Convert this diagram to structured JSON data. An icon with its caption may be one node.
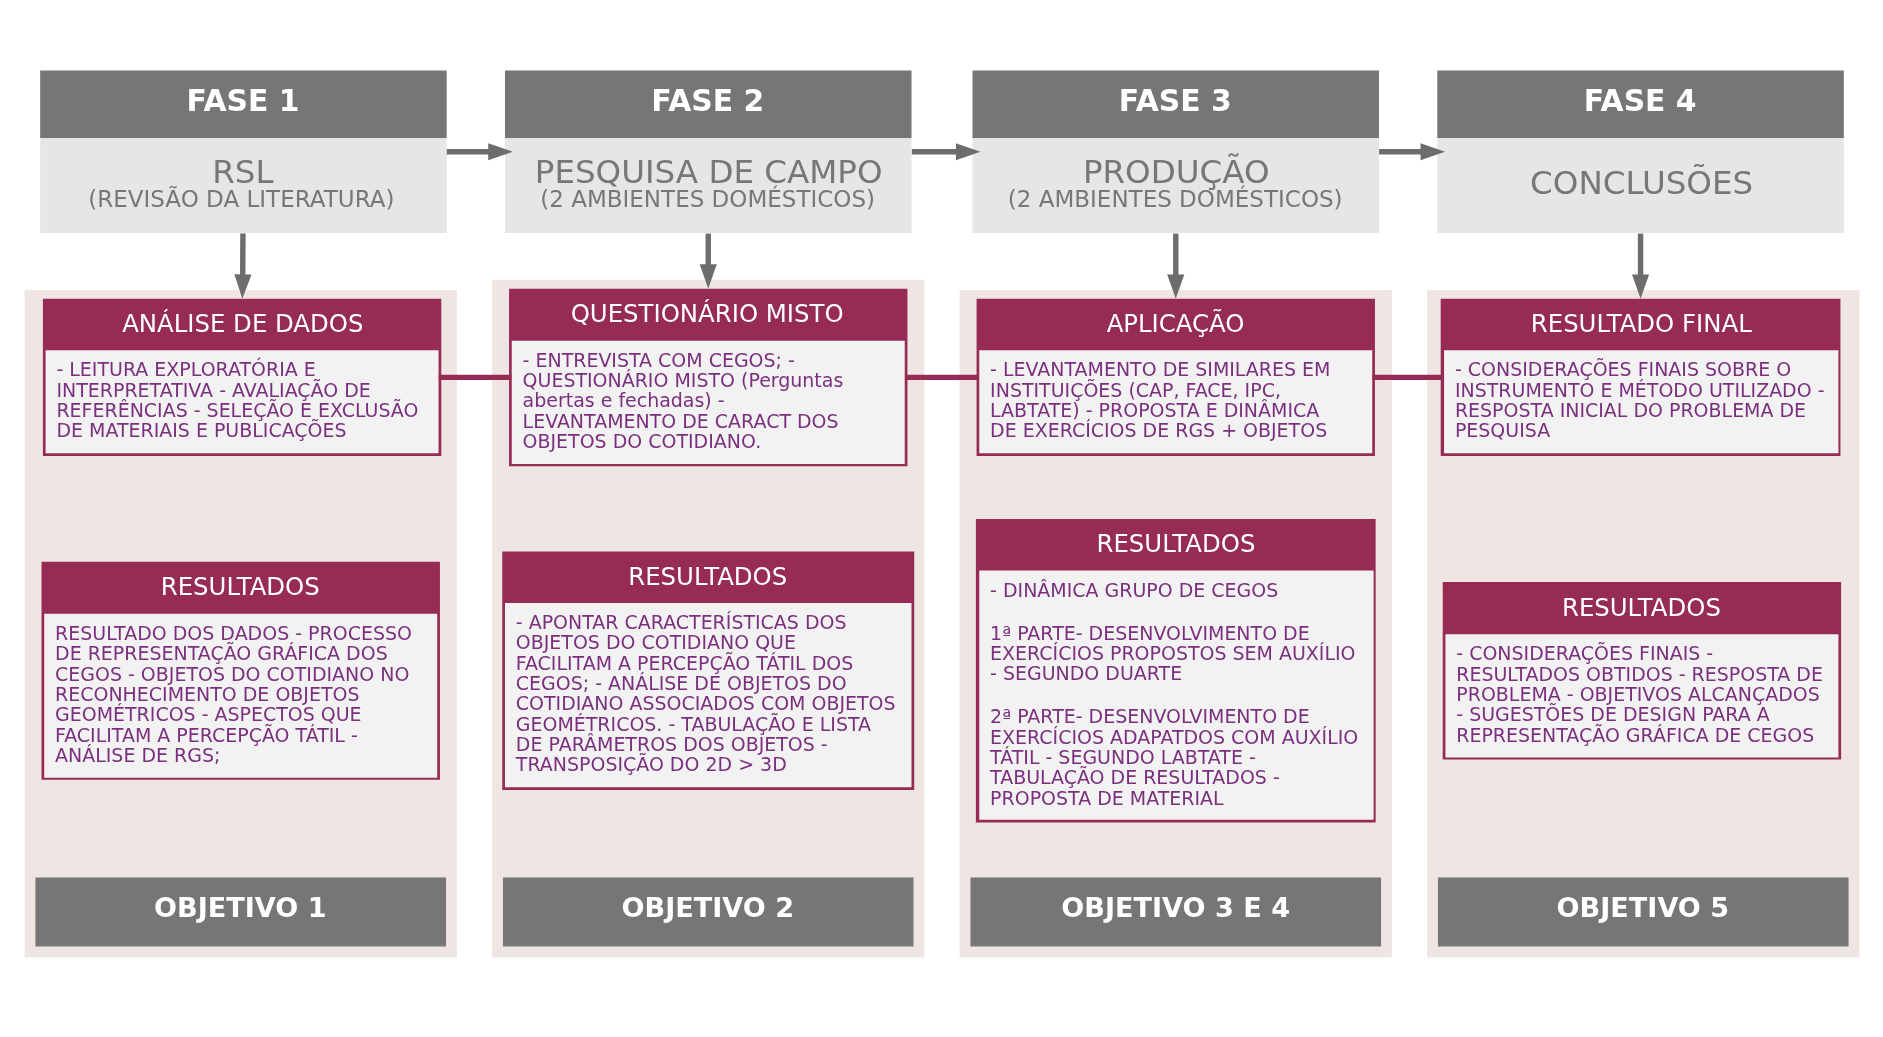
{
  "diagram": {
    "nodes": [
      {
        "text": [
          "FASE 1",
          "RSL",
          "(REVISÃO DA LITERATURA)"
        ]
      },
      {
        "text": [],
        "shape": "box"
      },
      {
        "text": [
          "ANÁLISE DE DADOS",
          "- LEITURA EXPLORATÓRIA E INTERPRETATIVA - AVALIAÇÃO DE REFERÊNCIAS - SELEÇÃO E EXCLUSÃO DE MATERIAIS E PUBLICAÇÕES"
        ],
        "in": 1
      },
      {
        "text": [
          "RESULTADOS",
          "RESULTADO DOS DADOS - PROCESSO DE REPRESENTAÇÃO GRÁFICA DOS CEGOS - OBJETOS DO COTIDIANO NO RECONHECIMENTO DE OBJETOS GEOMÉTRICOS - ASPECTOS QUE FACILITAM A PERCEPÇÃO TÁTIL - ANÁLISE DE RGS;"
        ],
        "in": 1
      },
      {
        "text": [
          "OBJETIVO 1"
        ],
        "in": 1
      },
      {
        "text": [
          "FASE 2",
          "PESQUISA DE CAMPO",
          "(2 AMBIENTES DOMÉSTICOS)"
        ]
      },
      {
        "text": [],
        "shape": "box"
      },
      {
        "text": [
          "QUESTIONÁRIO MISTO",
          "- ENTREVISTA COM CEGOS; - QUESTIONÁRIO MISTO (Perguntas abertas e fechadas) - LEVANTAMENTO DE CARACT DOS OBJETOS DO COTIDIANO."
        ],
        "in": 6
      },
      {
        "text": [
          "RESULTADOS",
          "- APONTAR CARACTERÍSTICAS DOS OBJETOS DO COTIDIANO QUE FACILITAM A PERCEPÇÃO TÁTIL DOS CEGOS; - ANÁLISE DE OBJETOS DO COTIDIANO ASSOCIADOS COM OBJETOS GEOMÉTRICOS. - TABULAÇÃO E LISTA DE PARÂMETROS DOS OBJETOS - TRANSPOSIÇÃO DO 2D > 3D"
        ],
        "in": 6
      },
      {
        "text": [
          "OBJETIVO 2"
        ],
        "in": 6
      },
      {
        "text": [
          "FASE 3",
          "PRODUÇÃO",
          "(2 AMBIENTES DOMÉSTICOS)"
        ]
      },
      {
        "text": [],
        "shape": "box"
      },
      {
        "text": [
          "APLICAÇÃO",
          "- LEVANTAMENTO DE SIMILARES EM INSTITUIÇÕES (CAP, FACE, IPC, LABTATE) - PROPOSTA E DINÂMICA DE EXERCÍCIOS DE RGS + OBJETOS"
        ],
        "in": 11
      },
      {
        "text": [
          "RESULTADOS",
          "- DINÂMICA GRUPO DE CEGOS",
          "1ª PARTE- DESENVOLVIMENTO DE EXERCÍCIOS PROPOSTOS SEM AUXÍLIO - SEGUNDO DUARTE",
          "2ª PARTE- DESENVOLVIMENTO DE EXERCÍCIOS ADAPATDOS COM AUXÍLIO TÁTIL - SEGUNDO LABTATE - TABULAÇÃO DE RESULTADOS - PROPOSTA DE MATERIAL"
        ],
        "in": 11
      },
      {
        "text": [
          "OBJETIVO 3 E 4"
        ],
        "in": 11
      },
      {
        "text": [
          "FASE 4",
          "CONCLUSÕES"
        ]
      },
      {
        "text": [],
        "shape": "box"
      },
      {
        "text": [
          "RESULTADO FINAL",
          "- CONSIDERAÇÕES FINAIS SOBRE O INSTRUMENTO E MÉTODO UTILIZADO - RESPOSTA INICIAL DO PROBLEMA DE PESQUISA"
        ],
        "in": 16
      },
      {
        "text": [
          "RESULTADOS",
          "- CONSIDERAÇÕES FINAIS - RESULTADOS OBTIDOS - RESPOSTA DE PROBLEMA - OBJETIVOS ALCANÇADOS - SUGESTÕES DE DESIGN PARA A REPRESENTAÇÃO GRÁFICA DE CEGOS"
        ],
        "in": 16
      },
      {
        "text": [
          "OBJETIVO 5"
        ],
        "in": 16
      }
    ],
    "edges": [
      {
        "from": 0,
        "to": 5,
        "arrow": "to"
      },
      {
        "from": 5,
        "to": 10,
        "arrow": "to"
      },
      {
        "from": 10,
        "to": 15,
        "arrow": "to"
      },
      {
        "from": 0,
        "to": 1,
        "arrow": "to"
      },
      {
        "from": 5,
        "to": 6,
        "arrow": "to"
      },
      {
        "from": 10,
        "to": 11,
        "arrow": "to"
      },
      {
        "from": 15,
        "to": 16,
        "arrow": "to"
      },
      {
        "from": 2,
        "to": 7,
        "arrow": "none",
        "color": "#962b55"
      },
      {
        "from": 7,
        "to": 12,
        "arrow": "none",
        "color": "#962b55"
      },
      {
        "from": 12,
        "to": 17,
        "arrow": "none",
        "color": "#962b55"
      }
    ]
  }
}
